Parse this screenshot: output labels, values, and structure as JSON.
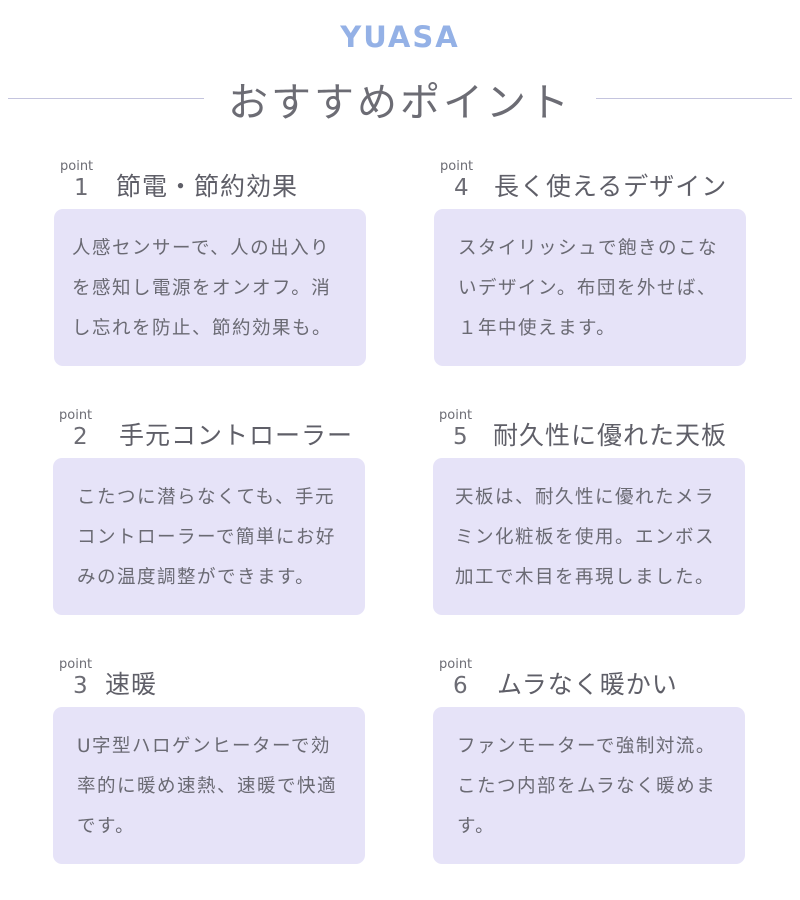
{
  "header": {
    "brand": "YUASA",
    "title": "おすすめポイント"
  },
  "points": [
    {
      "label": "point",
      "number": "1",
      "title": "節電・節約効果",
      "lines": [
        "人感センサーで、人の出入り",
        "を感知し電源をオンオフ。消",
        "し忘れを防止、節約効果も。"
      ]
    },
    {
      "label": "point",
      "number": "2",
      "title": "手元コントローラー",
      "lines": [
        "こたつに潜らなくても、手元",
        "コントローラーで簡単にお好",
        "みの温度調整ができます。"
      ]
    },
    {
      "label": "point",
      "number": "3",
      "title": "速暖",
      "lines": [
        "U字型ハロゲンヒーターで効",
        "率的に暖め速熱、速暖で快適",
        "です。"
      ]
    },
    {
      "label": "point",
      "number": "4",
      "title": "長く使えるデザイン",
      "lines": [
        "スタイリッシュで飽きのこな",
        "いデザイン。布団を外せば、",
        "１年中使えます。"
      ]
    },
    {
      "label": "point",
      "number": "5",
      "title": "耐久性に優れた天板",
      "lines": [
        "天板は、耐久性に優れたメラ",
        "ミン化粧板を使用。エンボス",
        "加工で木目を再現しました。"
      ]
    },
    {
      "label": "point",
      "number": "6",
      "title": "ムラなく暖かい",
      "lines": [
        "ファンモーターで強制対流。",
        "こたつ内部をムラなく暖めま",
        "す。"
      ]
    }
  ],
  "colors": {
    "brand": "#94b1e6",
    "card_background": "#e6e3f8",
    "text": "#6a6a73",
    "divider": "#c4c4de"
  }
}
